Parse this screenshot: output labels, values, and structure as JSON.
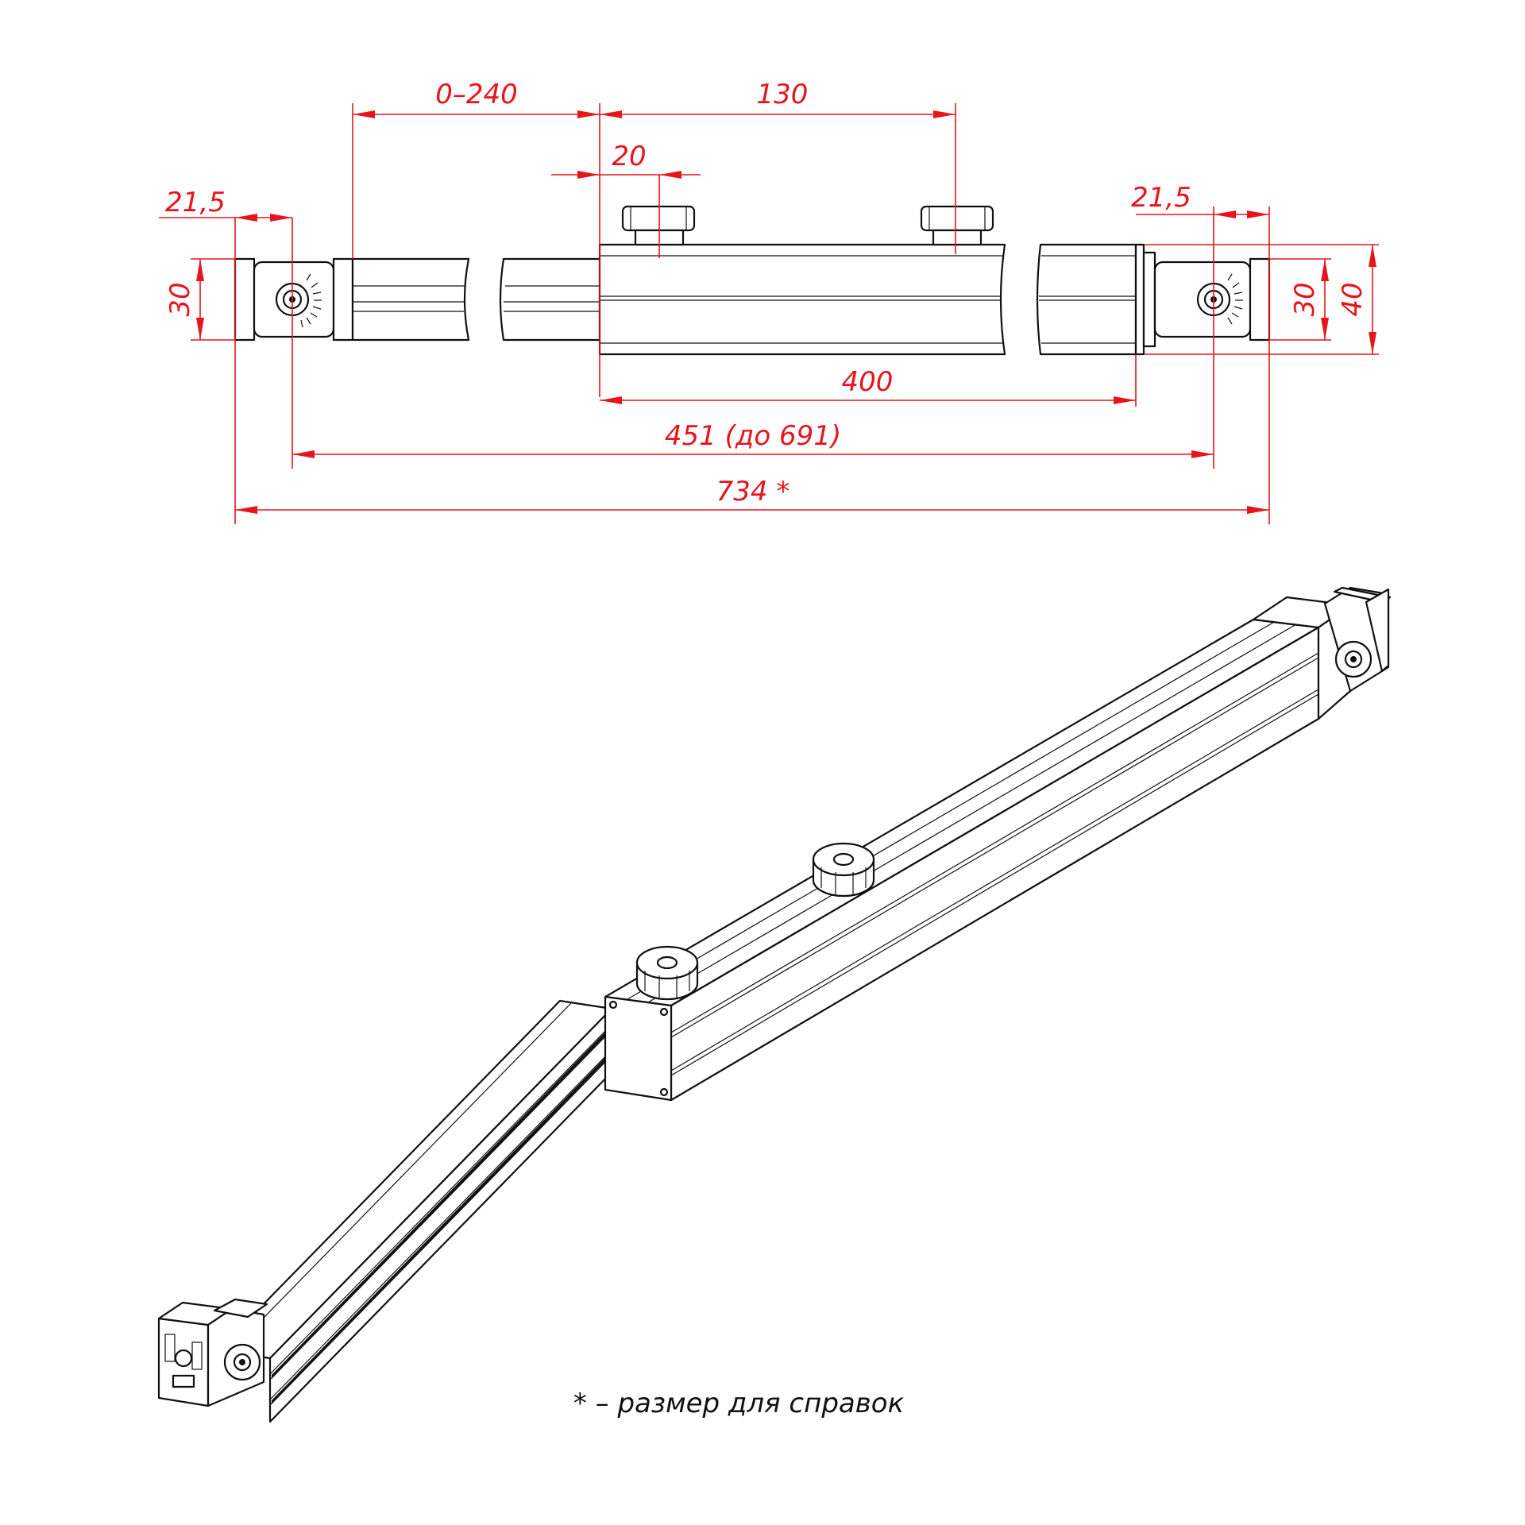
{
  "dimensions": {
    "stroke_range": "0–240",
    "knob_spacing": "130",
    "knob_offset": "20",
    "left_end_offset": "21,5",
    "right_end_offset": "21,5",
    "left_height": "30",
    "right_height": "30",
    "tube_height": "40",
    "tube_length": "400",
    "pivot_span": "451 (до 691)",
    "overall_length": "734 *"
  },
  "note": "* – размер для справок",
  "colors": {
    "dimension_lines": "#e8141c",
    "outline": "#111111"
  }
}
